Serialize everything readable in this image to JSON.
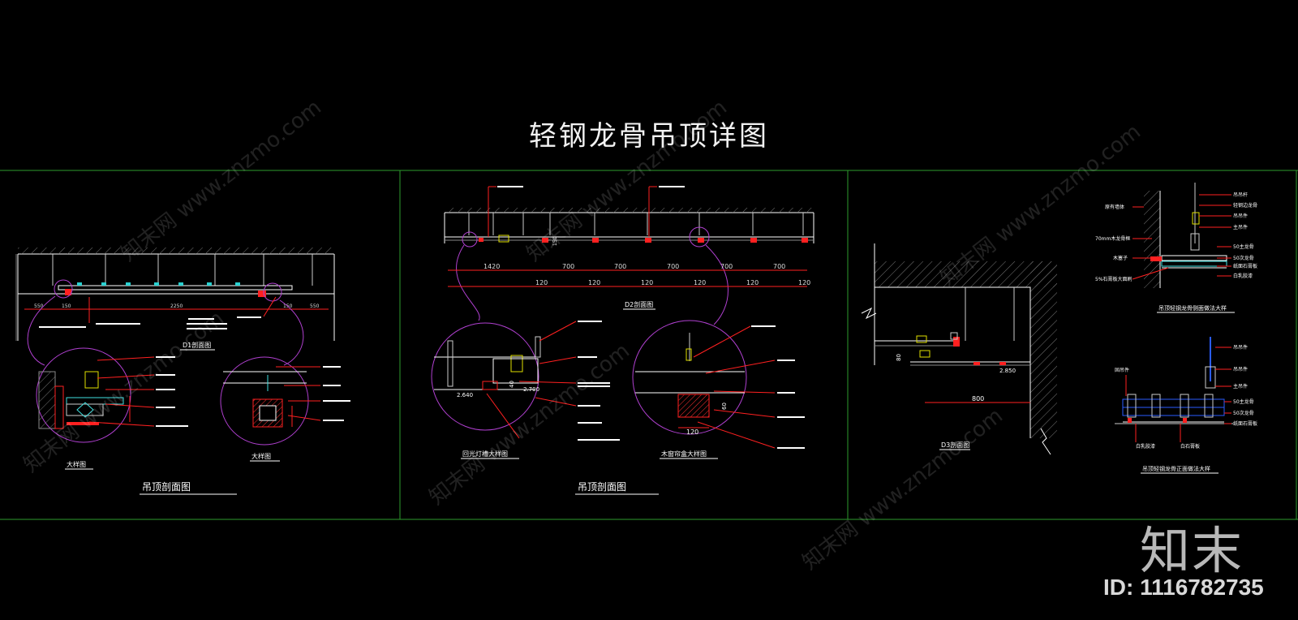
{
  "title": "轻钢龙骨吊顶详图",
  "panel1": {
    "section_label": "D1剖面图",
    "detail_left": "大样图",
    "detail_right": "大样图",
    "caption": "吊顶剖面图",
    "dims": [
      "550",
      "150",
      "2250",
      "150",
      "550"
    ]
  },
  "panel2": {
    "section_label": "D2剖面图",
    "detail_left": "回光灯槽大样图",
    "detail_right": "木窗帘盒大样图",
    "caption": "吊顶剖面图",
    "dims_top": [
      "1420",
      "700",
      "700",
      "700",
      "700",
      "700"
    ],
    "dims_bottom": [
      "120",
      "120",
      "120",
      "120",
      "120",
      "120"
    ],
    "detail_dims": [
      "2.640",
      "2.700",
      "120",
      "60",
      "40"
    ],
    "small_dims": [
      "150"
    ]
  },
  "panel3": {
    "section_label": "D3剖面图",
    "dim_width": "800",
    "elevation": "2.850",
    "small_dim": "80",
    "detail1_caption": "吊顶轻钢龙骨侧面做法大样",
    "detail2_caption": "吊顶轻钢龙骨正面做法大样",
    "detail1_left_labels": [
      "原有墙体",
      "70mm木龙骨框",
      "木塞子",
      "5%石膏板大面刷"
    ],
    "detail1_right_labels": [
      "吊吊杆",
      "轻钢边龙骨",
      "吊吊件",
      "主吊件",
      "50主龙骨",
      "50次龙骨",
      "纸面石膏板",
      "白乳胶漆"
    ],
    "detail2_left_labels": [
      "固吊件"
    ],
    "detail2_right_labels": [
      "吊吊件",
      "吊吊件",
      "主吊件",
      "50主龙骨",
      "50次龙骨",
      "纸面石膏板"
    ],
    "detail2_bottom_labels": [
      "白乳胶漆",
      "白石膏板"
    ]
  },
  "watermark": {
    "text": "知末网 www.znzmo.com",
    "brand": "知末",
    "id": "ID: 1116782735"
  },
  "colors": {
    "background": "#000000",
    "frame": "#2e9c2e",
    "line": "#ffffff",
    "dim": "#ff2020",
    "magenta": "#b040d0",
    "blue": "#2a5cff",
    "cyan": "#40e0e0",
    "yellow": "#e0e000"
  }
}
